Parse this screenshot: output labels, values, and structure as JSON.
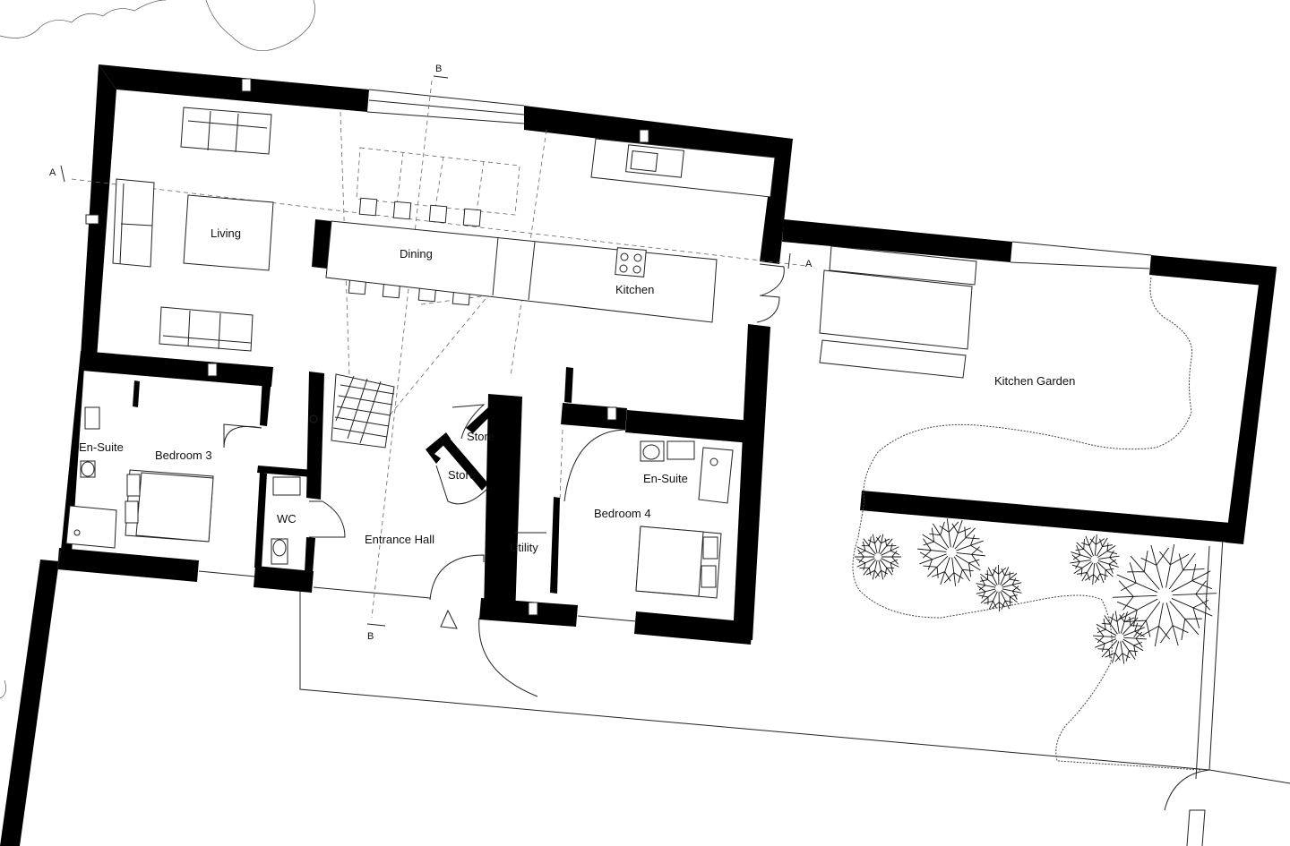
{
  "rooms": {
    "living": "Living",
    "dining": "Dining",
    "kitchen": "Kitchen",
    "kitchen_garden": "Kitchen Garden",
    "en_suite_left": "En-Suite",
    "bedroom_3": "Bedroom 3",
    "wc": "WC",
    "entrance_hall": "Entrance Hall",
    "store_upper": "Store",
    "store_lower": "Store",
    "utility": "Utility",
    "en_suite_right": "En-Suite",
    "bedroom_4": "Bedroom 4"
  },
  "sections": {
    "a_left": "A",
    "a_right": "A",
    "b_top": "B",
    "b_bottom": "B"
  },
  "colors": {
    "wall": "#000000",
    "line": "#222222",
    "background": "#ffffff"
  }
}
